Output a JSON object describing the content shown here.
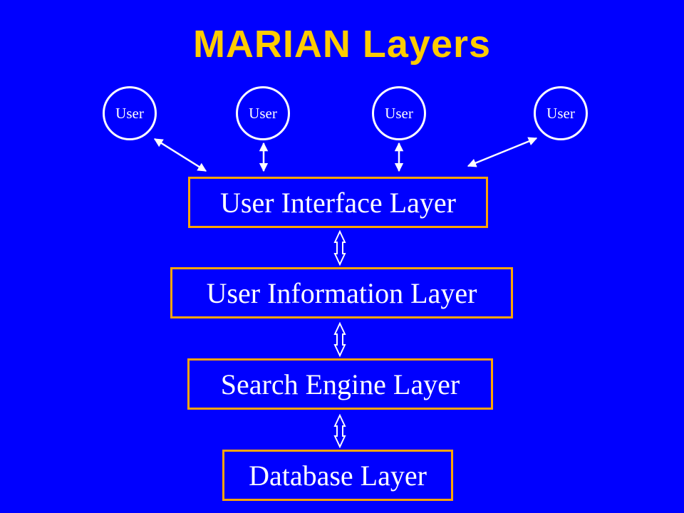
{
  "slide": {
    "title": "MARIAN Layers",
    "users": [
      {
        "label": "User"
      },
      {
        "label": "User"
      },
      {
        "label": "User"
      },
      {
        "label": "User"
      }
    ],
    "layers": [
      {
        "label": "User Interface Layer"
      },
      {
        "label": "User Information Layer"
      },
      {
        "label": "Search Engine Layer"
      },
      {
        "label": "Database Layer"
      }
    ],
    "colors": {
      "background": "#0000ff",
      "title": "#ffcc00",
      "box_border": "#ffa500",
      "text": "#ffffff"
    }
  }
}
